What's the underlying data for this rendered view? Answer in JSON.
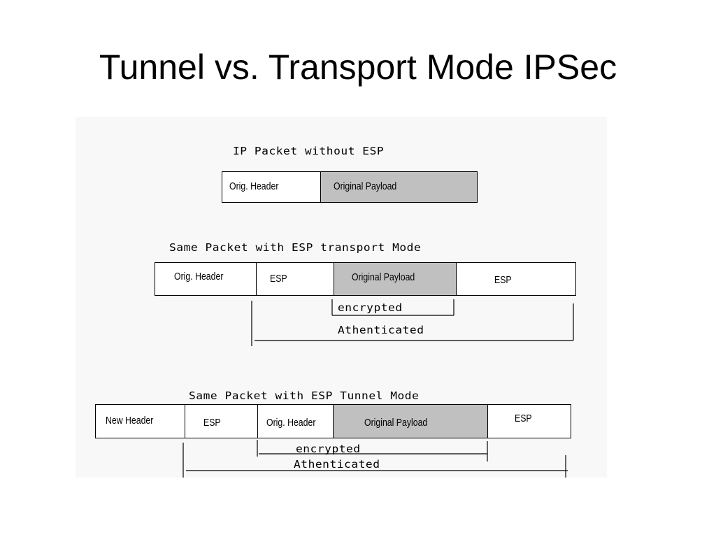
{
  "title": "Tunnel vs. Transport Mode IPSec",
  "diagram": {
    "section1": {
      "caption": "IP Packet without ESP",
      "fields": [
        "Orig. Header",
        "Original Payload"
      ]
    },
    "section2": {
      "caption": "Same Packet with ESP transport Mode",
      "fields": [
        "Orig. Header",
        "ESP",
        "Original Payload",
        "ESP"
      ],
      "encrypted_label": "encrypted",
      "authenticated_label": "Athenticated"
    },
    "section3": {
      "caption": "Same Packet with ESP Tunnel Mode",
      "fields": [
        "New Header",
        "ESP",
        "Orig. Header",
        "Original Payload",
        "ESP"
      ],
      "encrypted_label": "encrypted",
      "authenticated_label": "Athenticated"
    },
    "colors": {
      "payload_fill": "#c0c0c0",
      "figure_background": "#f8f8f8",
      "box_fill": "#ffffff",
      "line": "#000000"
    }
  }
}
